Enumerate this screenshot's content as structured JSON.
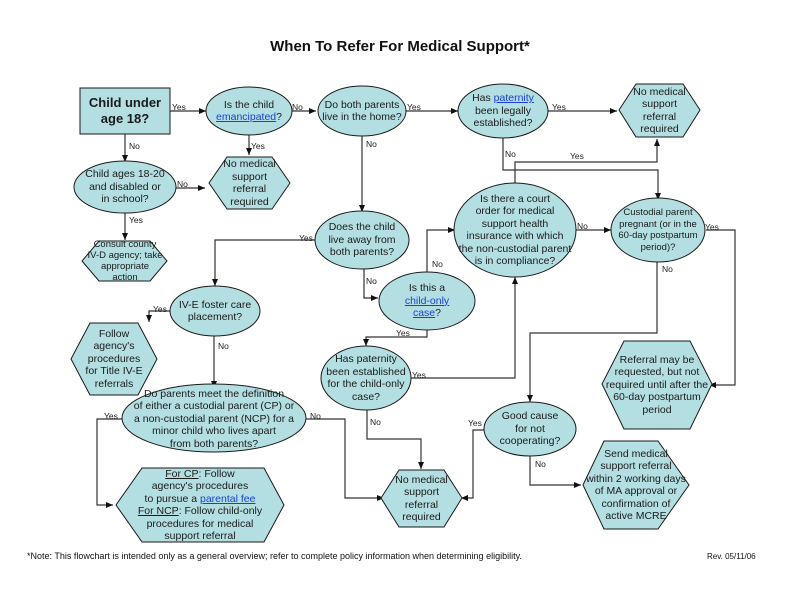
{
  "title": "When To Refer For Medical Support*",
  "colors": {
    "node_fill": "#b4dfe2",
    "stroke": "#1a1a1a",
    "link": "#1a3fd6"
  },
  "nodes": {
    "start": {
      "shape": "rectangle",
      "lines": [
        "Child under",
        "age 18?"
      ]
    },
    "emancipated": {
      "shape": "ellipse",
      "pre": "Is the child",
      "link": "emancipated",
      "post": "?"
    },
    "both_parents_home": {
      "shape": "ellipse",
      "lines": [
        "Do both parents",
        "live in the home?"
      ]
    },
    "paternity_legal": {
      "shape": "ellipse",
      "pre": "Has ",
      "link": "paternity",
      "lines_after": [
        "been legally",
        "established?"
      ]
    },
    "no_referral_1": {
      "shape": "hexagon",
      "lines": [
        "No medical",
        "support",
        "referral",
        "required"
      ]
    },
    "no_referral_2": {
      "shape": "hexagon",
      "lines": [
        "No medical",
        "support",
        "referral",
        "required"
      ]
    },
    "no_referral_3": {
      "shape": "hexagon",
      "lines": [
        "No medical",
        "support",
        "referral",
        "required"
      ]
    },
    "age_18_20": {
      "shape": "ellipse",
      "lines": [
        "Child ages 18-20",
        "and disabled or",
        "in school?"
      ]
    },
    "consult_county": {
      "shape": "hexagon",
      "lines": [
        "Consult county",
        "IV-D agency; take",
        "appropriate",
        "action"
      ]
    },
    "live_away": {
      "shape": "ellipse",
      "lines": [
        "Does the child",
        "live away from",
        "both parents?"
      ]
    },
    "court_order": {
      "shape": "ellipse",
      "lines": [
        "Is there a court",
        "order for medical",
        "support health",
        "insurance with which",
        "the non-custodial parent",
        "is in compliance?"
      ]
    },
    "custodial_pregnant": {
      "shape": "ellipse",
      "lines": [
        "Custodial parent",
        "pregnant (or in the",
        "60-day postpartum",
        "period)?"
      ]
    },
    "child_only": {
      "shape": "ellipse",
      "pre": "Is this a",
      "link": "child-only",
      "link2": "case",
      "post": "?"
    },
    "foster_care": {
      "shape": "ellipse",
      "lines": [
        "IV-E foster care",
        "placement?"
      ]
    },
    "follow_title_ive": {
      "shape": "hexagon",
      "lines": [
        "Follow",
        "agency's",
        "procedures",
        "for Title IV-E",
        "referrals"
      ]
    },
    "paternity_child_only": {
      "shape": "ellipse",
      "lines": [
        "Has paternity",
        "been established",
        "for  the child-only",
        "case?"
      ]
    },
    "referral_may_be": {
      "shape": "hexagon",
      "lines": [
        "Referral may be",
        "requested, but not",
        "required until after the",
        "60-day postpartum",
        "period"
      ]
    },
    "cp_ncp_definition": {
      "shape": "ellipse",
      "lines": [
        "Do parents meet the definition",
        "of either a custodial parent (CP) or",
        "a non-custodial parent (NCP) for a",
        "minor child who lives apart",
        "from both parents?"
      ]
    },
    "good_cause": {
      "shape": "ellipse",
      "lines": [
        "Good cause",
        "for not",
        "cooperating?"
      ]
    },
    "cp_ncp_procedures": {
      "shape": "hexagon",
      "cp_label": "For CP",
      "cp_text": ":  Follow",
      "cp_line2": "agency's procedures",
      "cp_line3_pre": "to pursue a ",
      "cp_link": "parental fee",
      "ncp_label": "For NCP",
      "ncp_text": ":  Follow child-only",
      "ncp_line2": "procedures for medical",
      "ncp_line3": "support referral"
    },
    "send_referral": {
      "shape": "hexagon",
      "lines": [
        "Send medical",
        "support referral",
        "within 2 working days",
        "of MA approval or",
        "confirmation of",
        "active MCRE"
      ]
    }
  },
  "edge_labels": {
    "yes": "Yes",
    "no": "No"
  },
  "footnote": "*Note:  This flowchart is intended only as a general overview; refer to complete policy information when determining eligibility.",
  "revision": "Rev. 05/11/06"
}
